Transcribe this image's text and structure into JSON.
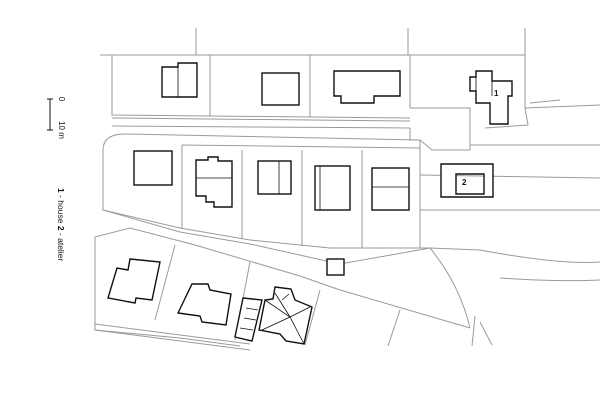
{
  "scale_bar": {
    "start_label": "0",
    "end_label": "10 m"
  },
  "legend": {
    "house_number": "1",
    "house_label": " - house ",
    "atelier_number": "2",
    "atelier_label": " - atelier"
  },
  "tags": {
    "house": "1",
    "atelier": "2"
  }
}
